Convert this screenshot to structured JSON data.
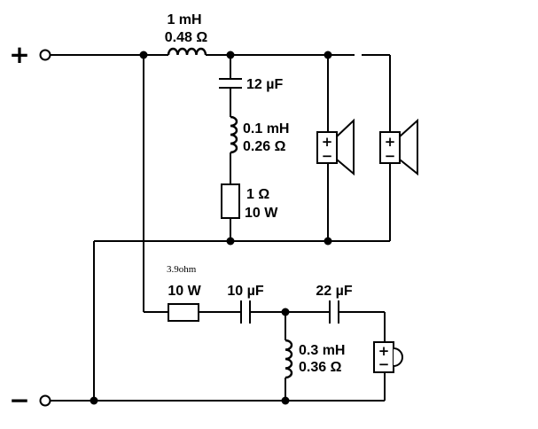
{
  "terminals": {
    "positive": "+",
    "negative": "−"
  },
  "components": {
    "main_inductor": {
      "inductance": "1 mH",
      "resistance": "0.48 Ω"
    },
    "notch_capacitor": {
      "capacitance": "12 µF"
    },
    "notch_inductor": {
      "inductance": "0.1 mH",
      "resistance": "0.26 Ω"
    },
    "notch_resistor": {
      "resistance": "1 Ω",
      "power": "10 W"
    },
    "tweeter_resistor": {
      "note": "3.9ohm",
      "power": "10 W"
    },
    "tweeter_cap_1": {
      "capacitance": "10 µF"
    },
    "tweeter_cap_2": {
      "capacitance": "22 µF"
    },
    "tweeter_inductor": {
      "inductance": "0.3 mH",
      "resistance": "0.36 Ω"
    }
  },
  "speaker_polarity": {
    "plus": "+",
    "minus": "−"
  }
}
